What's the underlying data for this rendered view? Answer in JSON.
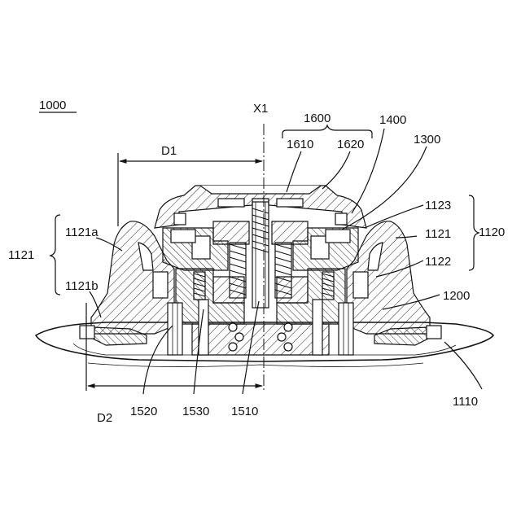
{
  "figure": {
    "assembly_ref": "1000",
    "axis_label": "X1",
    "dim_d1": "D1",
    "dim_d2": "D2",
    "labels": {
      "l1600": "1600",
      "l1610": "1610",
      "l1620": "1620",
      "l1400": "1400",
      "l1300": "1300",
      "l1123": "1123",
      "l1121_right": "1121",
      "l1120": "1120",
      "l1122": "1122",
      "l1200": "1200",
      "l1110": "1110",
      "l1121a": "1121a",
      "l1121b": "1121b",
      "l1121_left": "1121",
      "l1520": "1520",
      "l1530": "1530",
      "l1510": "1510"
    }
  }
}
